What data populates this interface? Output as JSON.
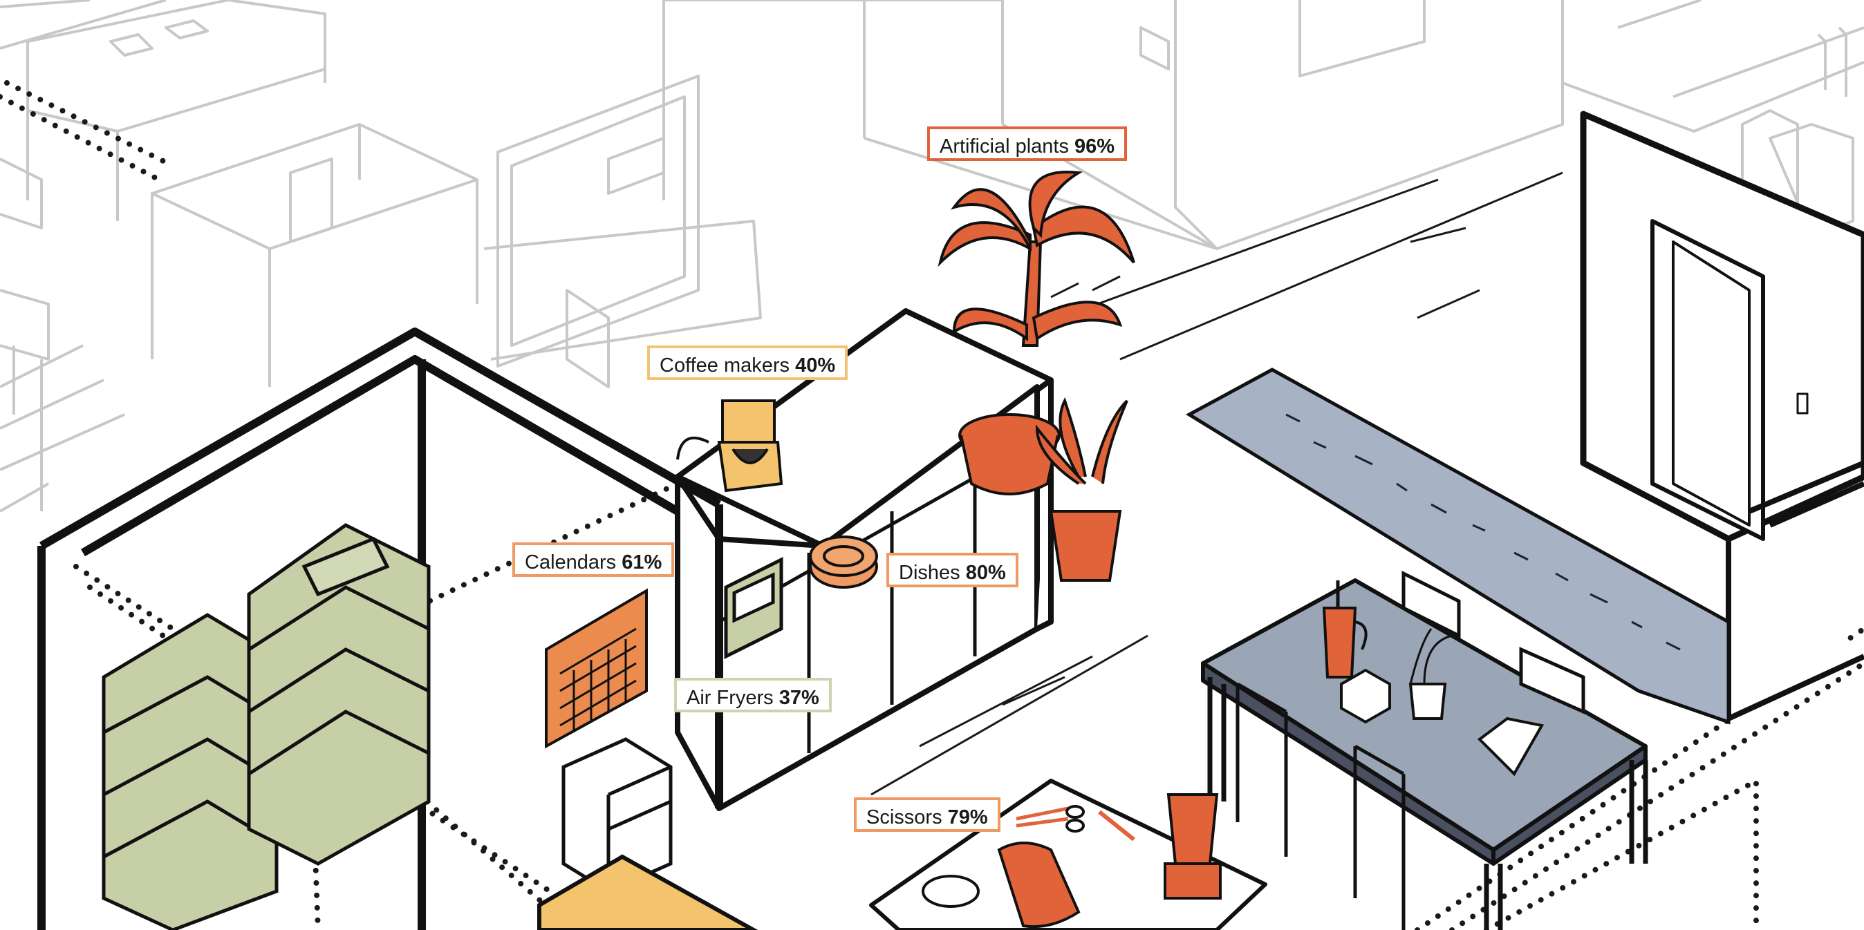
{
  "labels": [
    {
      "id": "artificial-plants",
      "name": "Artificial plants",
      "percent": "96%",
      "color": "#e0633a"
    },
    {
      "id": "coffee-makers",
      "name": "Coffee makers",
      "percent": "40%",
      "color": "#f2c374"
    },
    {
      "id": "calendars",
      "name": "Calendars",
      "percent": "61%",
      "color": "#ee9a62"
    },
    {
      "id": "dishes",
      "name": "Dishes",
      "percent": "80%",
      "color": "#ee9a62"
    },
    {
      "id": "air-fryers",
      "name": "Air Fryers",
      "percent": "37%",
      "color": "#cdd4b0"
    },
    {
      "id": "scissors",
      "name": "Scissors",
      "percent": "79%",
      "color": "#ee9a62"
    }
  ],
  "colors": {
    "ink": "#111111",
    "ghost_line": "#c6c6c6",
    "plant_orange": "#e0633a",
    "coffee_yellow": "#f3c46d",
    "calendar_orange": "#ec8b4e",
    "shelf_green": "#c7cfa7",
    "rug_blue": "#a7b2c4",
    "table_blue": "#9aa5b6"
  }
}
